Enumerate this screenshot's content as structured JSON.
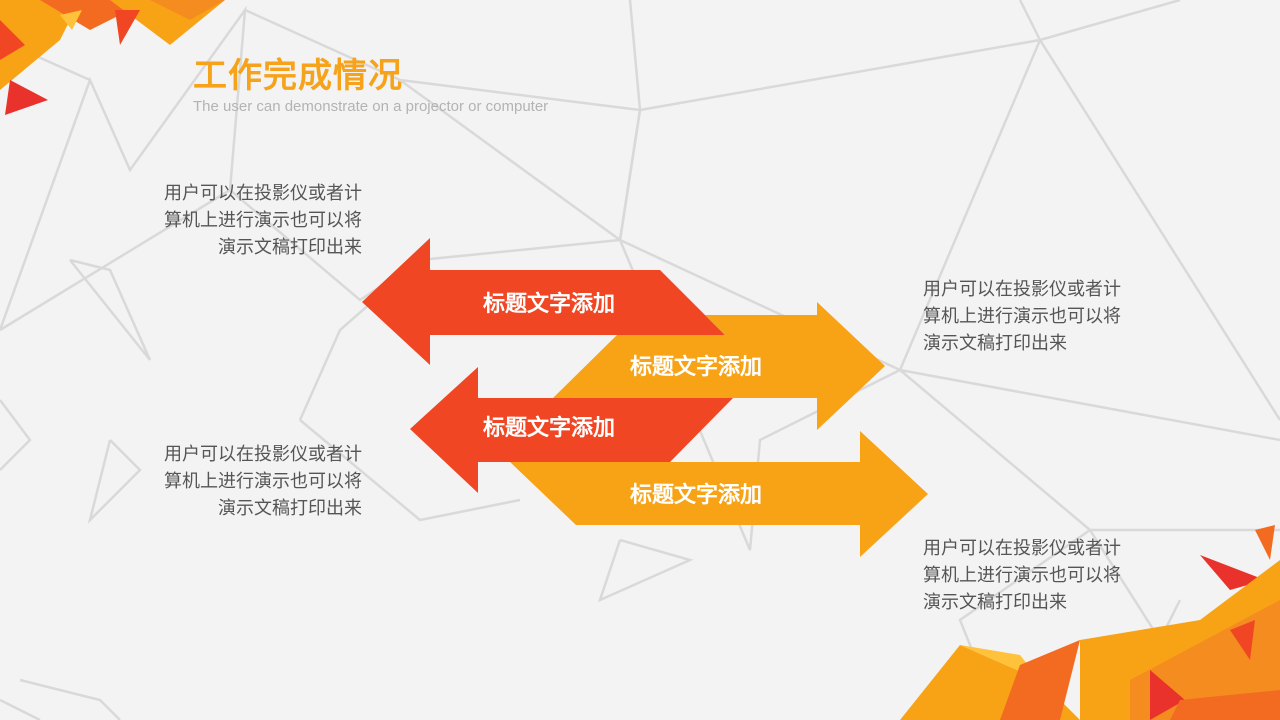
{
  "header": {
    "title": "工作完成情况",
    "subtitle": "The user can demonstrate on a projector or computer"
  },
  "arrows": [
    {
      "label": "标题文字添加",
      "direction": "left",
      "color": "#f04623"
    },
    {
      "label": "标题文字添加",
      "direction": "right",
      "color": "#f8a316"
    },
    {
      "label": "标题文字添加",
      "direction": "left",
      "color": "#f04623"
    },
    {
      "label": "标题文字添加",
      "direction": "right",
      "color": "#f8a316"
    }
  ],
  "descriptions": [
    {
      "lines": [
        "用户可以在投影仪或者计",
        "算机上进行演示也可以将",
        "演示文稿打印出来"
      ]
    },
    {
      "lines": [
        "用户可以在投影仪或者计",
        "算机上进行演示也可以将",
        "演示文稿打印出来"
      ]
    },
    {
      "lines": [
        "用户可以在投影仪或者计",
        "算机上进行演示也可以将",
        "演示文稿打印出来"
      ]
    },
    {
      "lines": [
        "用户可以在投影仪或者计",
        "算机上进行演示也可以将",
        "演示文稿打印出来"
      ]
    }
  ],
  "colors": {
    "accent_orange": "#f7a21b",
    "accent_red": "#f04623",
    "background": "#f3f3f3",
    "line_pattern": "#dcdcdc"
  }
}
